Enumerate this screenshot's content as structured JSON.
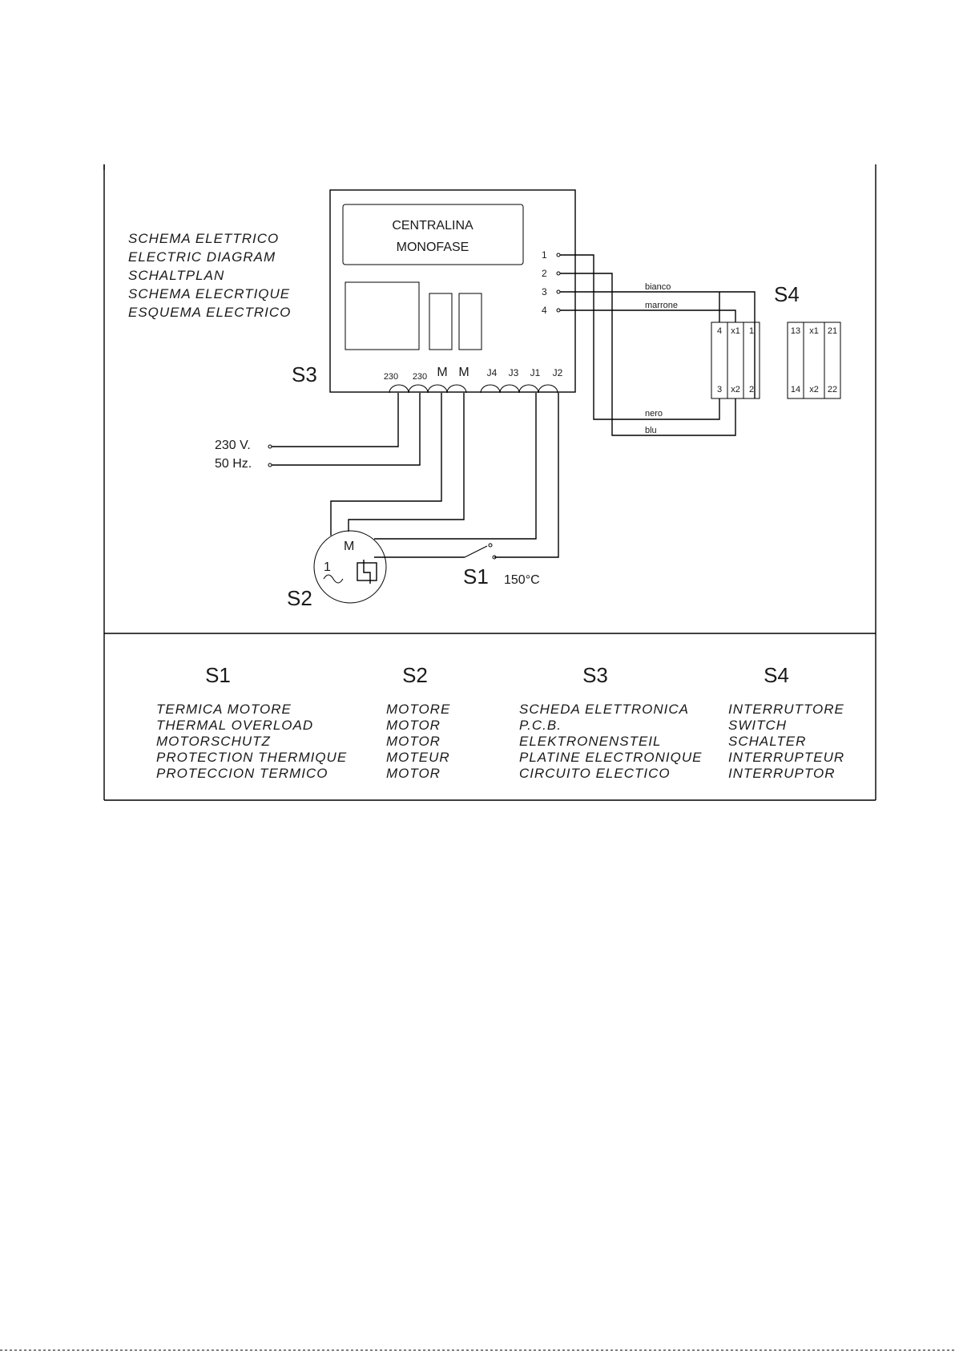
{
  "title_lines": [
    "SCHEMA ELETTRICO",
    "ELECTRIC DIAGRAM",
    "SCHALTPLAN",
    "SCHEMA ELECRTIQUE",
    "ESQUEMA ELECTRICO"
  ],
  "s3": {
    "label": "S3",
    "line1": "CENTRALINA",
    "line2": "MONOFASE",
    "side_terminals": [
      "1",
      "2",
      "3",
      "4"
    ],
    "bottom_terminals": [
      "230",
      "230",
      "M",
      "M",
      "J4",
      "J3",
      "J1",
      "J2"
    ]
  },
  "supply": {
    "voltage": "230 V.",
    "frequency": "50 Hz."
  },
  "wires": {
    "bianco": "bianco",
    "marrone": "marrone",
    "nero": "nero",
    "blu": "blu"
  },
  "s4": {
    "label": "S4",
    "switch_a": {
      "top": [
        "4",
        "x1",
        "1"
      ],
      "bottom": [
        "3",
        "x2",
        "2"
      ]
    },
    "switch_b": {
      "top": [
        "13",
        "x1",
        "21"
      ],
      "bottom": [
        "14",
        "x2",
        "22"
      ]
    }
  },
  "motor": {
    "label": "S2",
    "letter": "M",
    "phase": "1"
  },
  "thermal": {
    "label": "S1",
    "temperature": "150°C"
  },
  "legend": [
    {
      "code": "S1",
      "lines": [
        "TERMICA MOTORE",
        "THERMAL OVERLOAD",
        "MOTORSCHUTZ",
        "PROTECTION THERMIQUE",
        "PROTECCION TERMICO"
      ]
    },
    {
      "code": "S2",
      "lines": [
        "MOTORE",
        "MOTOR",
        "MOTOR",
        "MOTEUR",
        "MOTOR"
      ]
    },
    {
      "code": "S3",
      "lines": [
        "SCHEDA ELETTRONICA",
        "P.C.B.",
        "ELEKTRONENSTEIL",
        "PLATINE ELECTRONIQUE",
        "CIRCUITO ELECTICO"
      ]
    },
    {
      "code": "S4",
      "lines": [
        "INTERRUTTORE",
        "SWITCH",
        "SCHALTER",
        "INTERRUPTEUR",
        "INTERRUPTOR"
      ]
    }
  ]
}
